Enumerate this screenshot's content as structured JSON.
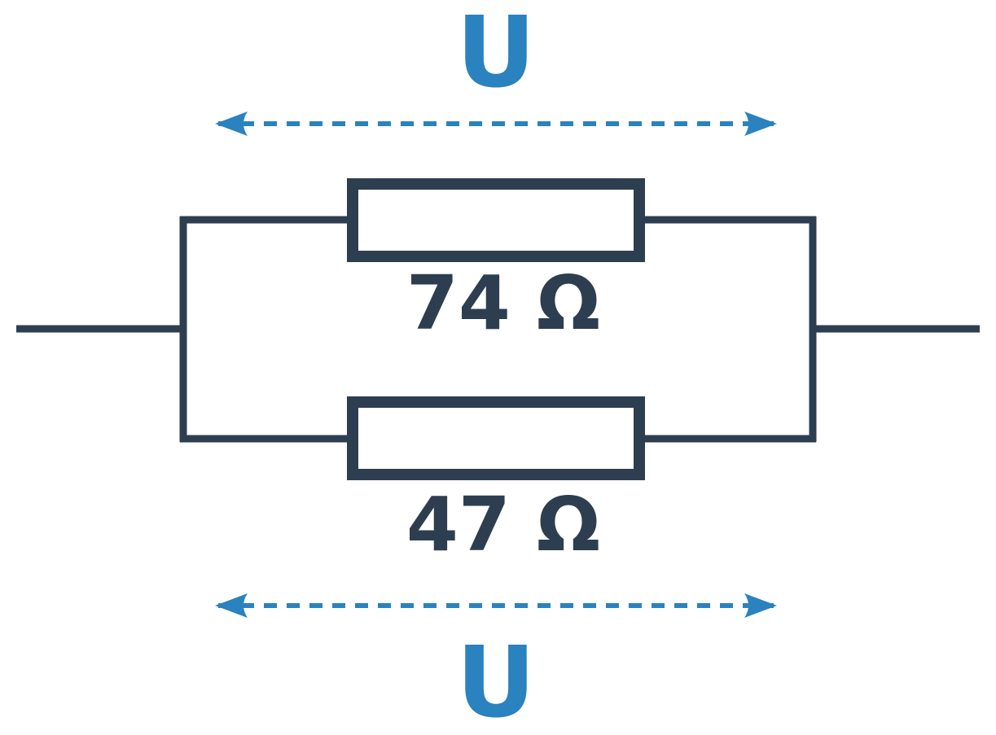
{
  "diagram": {
    "voltage_top": {
      "label": "U"
    },
    "voltage_bottom": {
      "label": "U"
    },
    "resistor_top": {
      "value_label": "74 Ω"
    },
    "resistor_bottom": {
      "value_label": "47 Ω"
    }
  },
  "colors": {
    "wire": "#2d3e50",
    "voltage": "#2a82bf",
    "background": "#ffffff"
  },
  "icons": {
    "resistor": "resistor-icon",
    "voltage_arrow": "double-arrow-icon"
  }
}
